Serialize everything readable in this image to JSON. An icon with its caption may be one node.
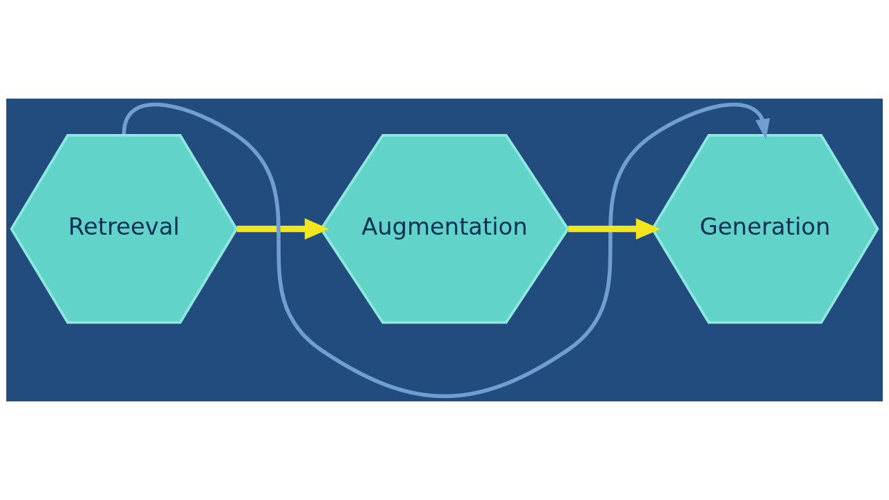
{
  "diagram": {
    "nodes": [
      {
        "text": [
          "Retreeval"
        ]
      },
      {
        "text": [
          "Augmentation"
        ]
      },
      {
        "text": [
          "Generation"
        ]
      }
    ],
    "edges": [
      {
        "from": 0,
        "to": 1,
        "arrow": "to"
      },
      {
        "from": 1,
        "to": 2,
        "arrow": "to"
      },
      {
        "from": 0,
        "to": 2,
        "arrow": "to",
        "color": "#6f9fd0"
      }
    ]
  }
}
